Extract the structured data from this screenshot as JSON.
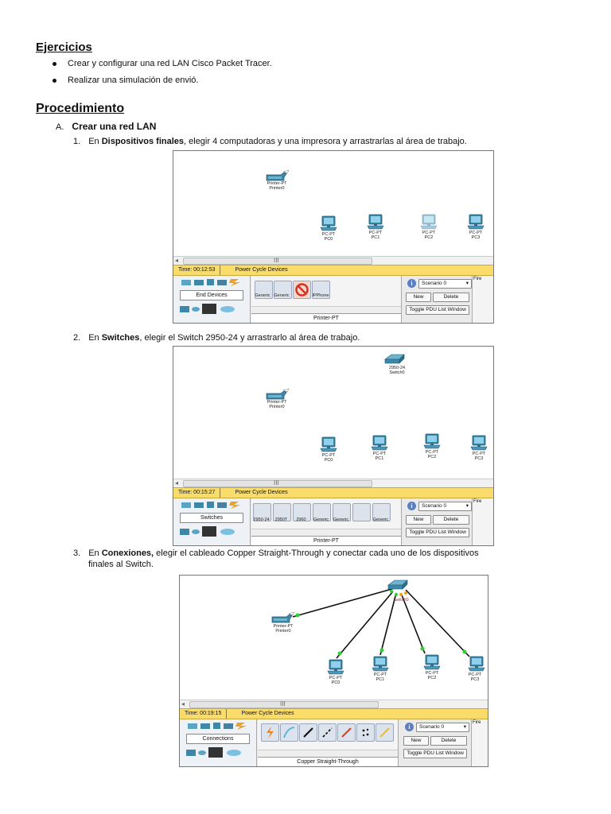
{
  "ejercicios": {
    "heading": "Ejercicios",
    "items": [
      "Crear y configurar una red LAN Cisco Packet Tracer.",
      "Realizar una simulación de envió."
    ]
  },
  "procedimiento": {
    "heading": "Procedimiento",
    "section_marker": "A.",
    "section_title": "Crear  una red LAN",
    "steps": [
      {
        "num": "1.",
        "pre": "En ",
        "bold": "Dispositivos finales",
        "post": ", elegir 4 computadoras y una impresora y arrastrarlas al área de trabajo."
      },
      {
        "num": "2.",
        "pre": "En ",
        "bold": "Switches",
        "post": ", elegir el Switch 2950-24 y arrastrarlo al área de trabajo."
      },
      {
        "num": "3.",
        "pre": "En ",
        "bold": "Conexiones,",
        "post": " elegir el cableado Copper Straight-Through y conectar cada uno de los dispositivos",
        "post2": "finales al Switch."
      }
    ]
  },
  "devices": {
    "printer_type": "Printer-PT",
    "printer_name": "Printer0",
    "pc_type": "PC-PT",
    "pc0": "PC0",
    "pc1": "PC1",
    "pc2": "PC2",
    "pc3": "PC3",
    "switch_type": "2950-24",
    "switch_name": "Switch0"
  },
  "screens": [
    {
      "time": "Time: 00:12:53",
      "category": "End Devices",
      "device_label": "Printer-PT",
      "tiles": [
        "Generic",
        "Generic",
        "",
        "IPPhone"
      ]
    },
    {
      "time": "Time: 00:15:27",
      "category": "Switches",
      "device_label": "Printer-PT",
      "tiles": [
        "2950-24",
        "2950T",
        "2960",
        "Generic",
        "Generic",
        "",
        "Generic"
      ]
    },
    {
      "time": "Time: 00:19:15",
      "category": "Connections",
      "device_label": "Copper Straight-Through",
      "tiles": []
    }
  ],
  "pt_ui": {
    "power_cycle": "Power Cycle Devices",
    "scenario": "Scenario 0",
    "new": "New",
    "delete": "Delete",
    "toggle": "Toggle PDU List Window",
    "fire": "Fire",
    "info": "i",
    "scroll_mark": "III"
  },
  "colors": {
    "timebar": "#fadc6a",
    "device": "#3d88a8",
    "link": "#111111",
    "link_up": "#2fd02f"
  }
}
